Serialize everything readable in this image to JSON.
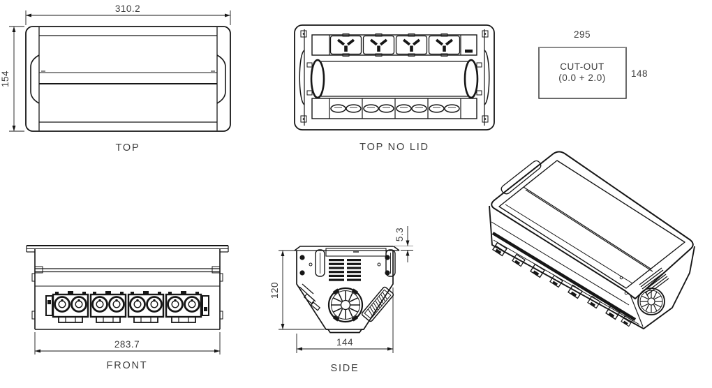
{
  "colors": {
    "line": "#161616",
    "text": "#3d3d3d",
    "background": "#ffffff"
  },
  "views": {
    "top": {
      "label": "TOP",
      "width_dim": "310.2",
      "height_dim": "154"
    },
    "top_no_lid": {
      "label": "TOP NO LID"
    },
    "cut_out": {
      "title": "CUT-OUT",
      "tolerance": "(0.0 + 2.0)",
      "width_dim": "295",
      "height_dim": "148"
    },
    "front": {
      "label": "FRONT",
      "width_dim": "283.7"
    },
    "side": {
      "label": "SIDE",
      "height_dim": "120",
      "width_dim": "144",
      "lid_height_dim": "5.3"
    }
  }
}
